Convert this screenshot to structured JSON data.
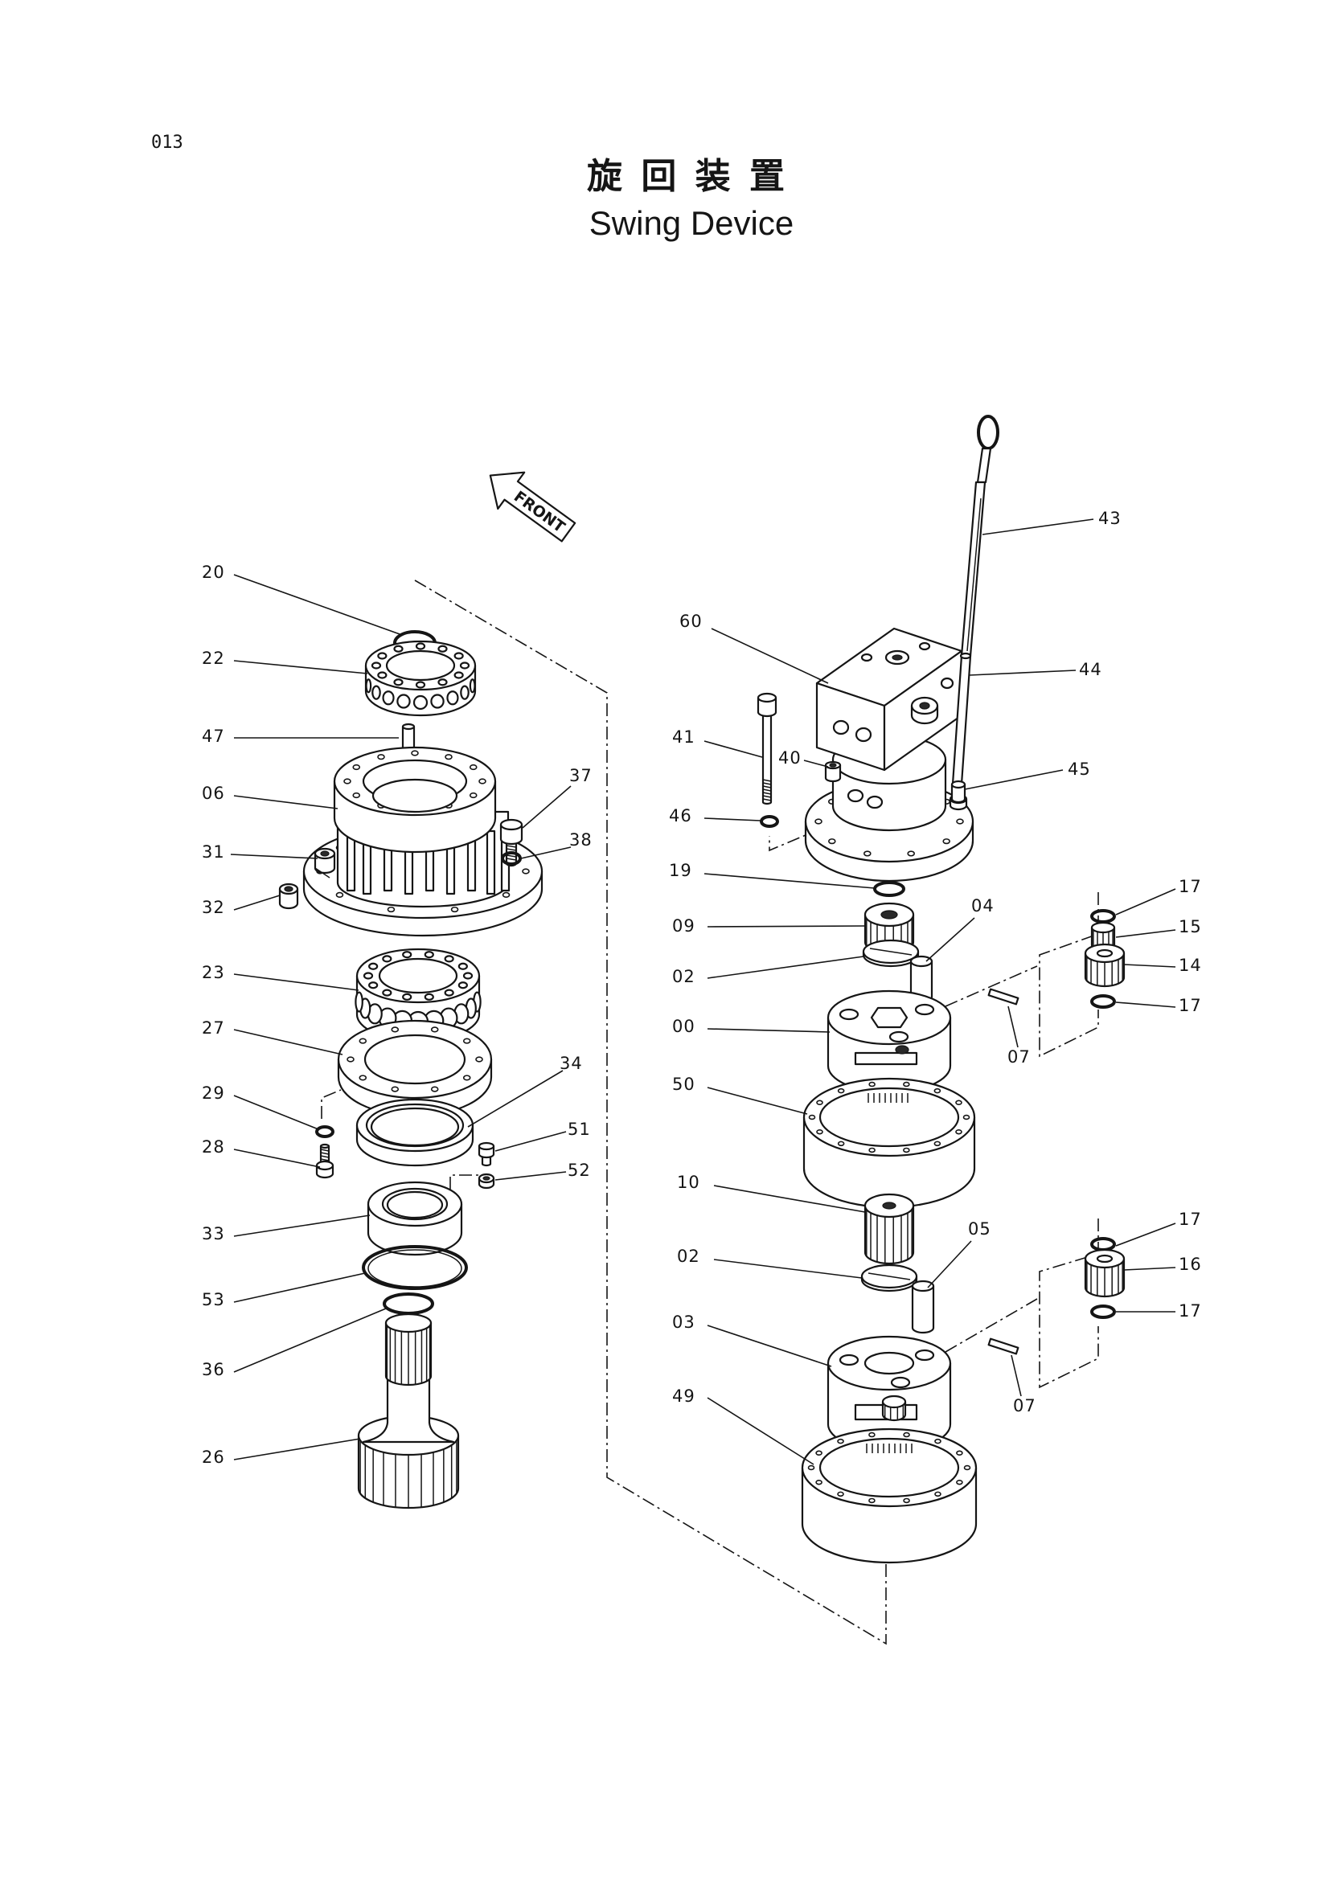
{
  "page": {
    "number": "013",
    "title_jp": "旋 回 装 置",
    "title_en": "Swing Device"
  },
  "orientation": {
    "label": "FRONT",
    "icon": "front-arrow-icon"
  },
  "left_assembly": {
    "labels": [
      "20",
      "22",
      "47",
      "06",
      "31",
      "32",
      "37",
      "38",
      "23",
      "27",
      "29",
      "28",
      "34",
      "51",
      "52",
      "33",
      "53",
      "36",
      "26"
    ]
  },
  "right_assembly": {
    "labels": [
      "60",
      "43",
      "44",
      "41",
      "40",
      "45",
      "46",
      "19",
      "04",
      "09",
      "02",
      "00",
      "17",
      "15",
      "14",
      "17",
      "07",
      "50",
      "10",
      "05",
      "02",
      "03",
      "49",
      "17",
      "16",
      "17",
      "07"
    ]
  }
}
